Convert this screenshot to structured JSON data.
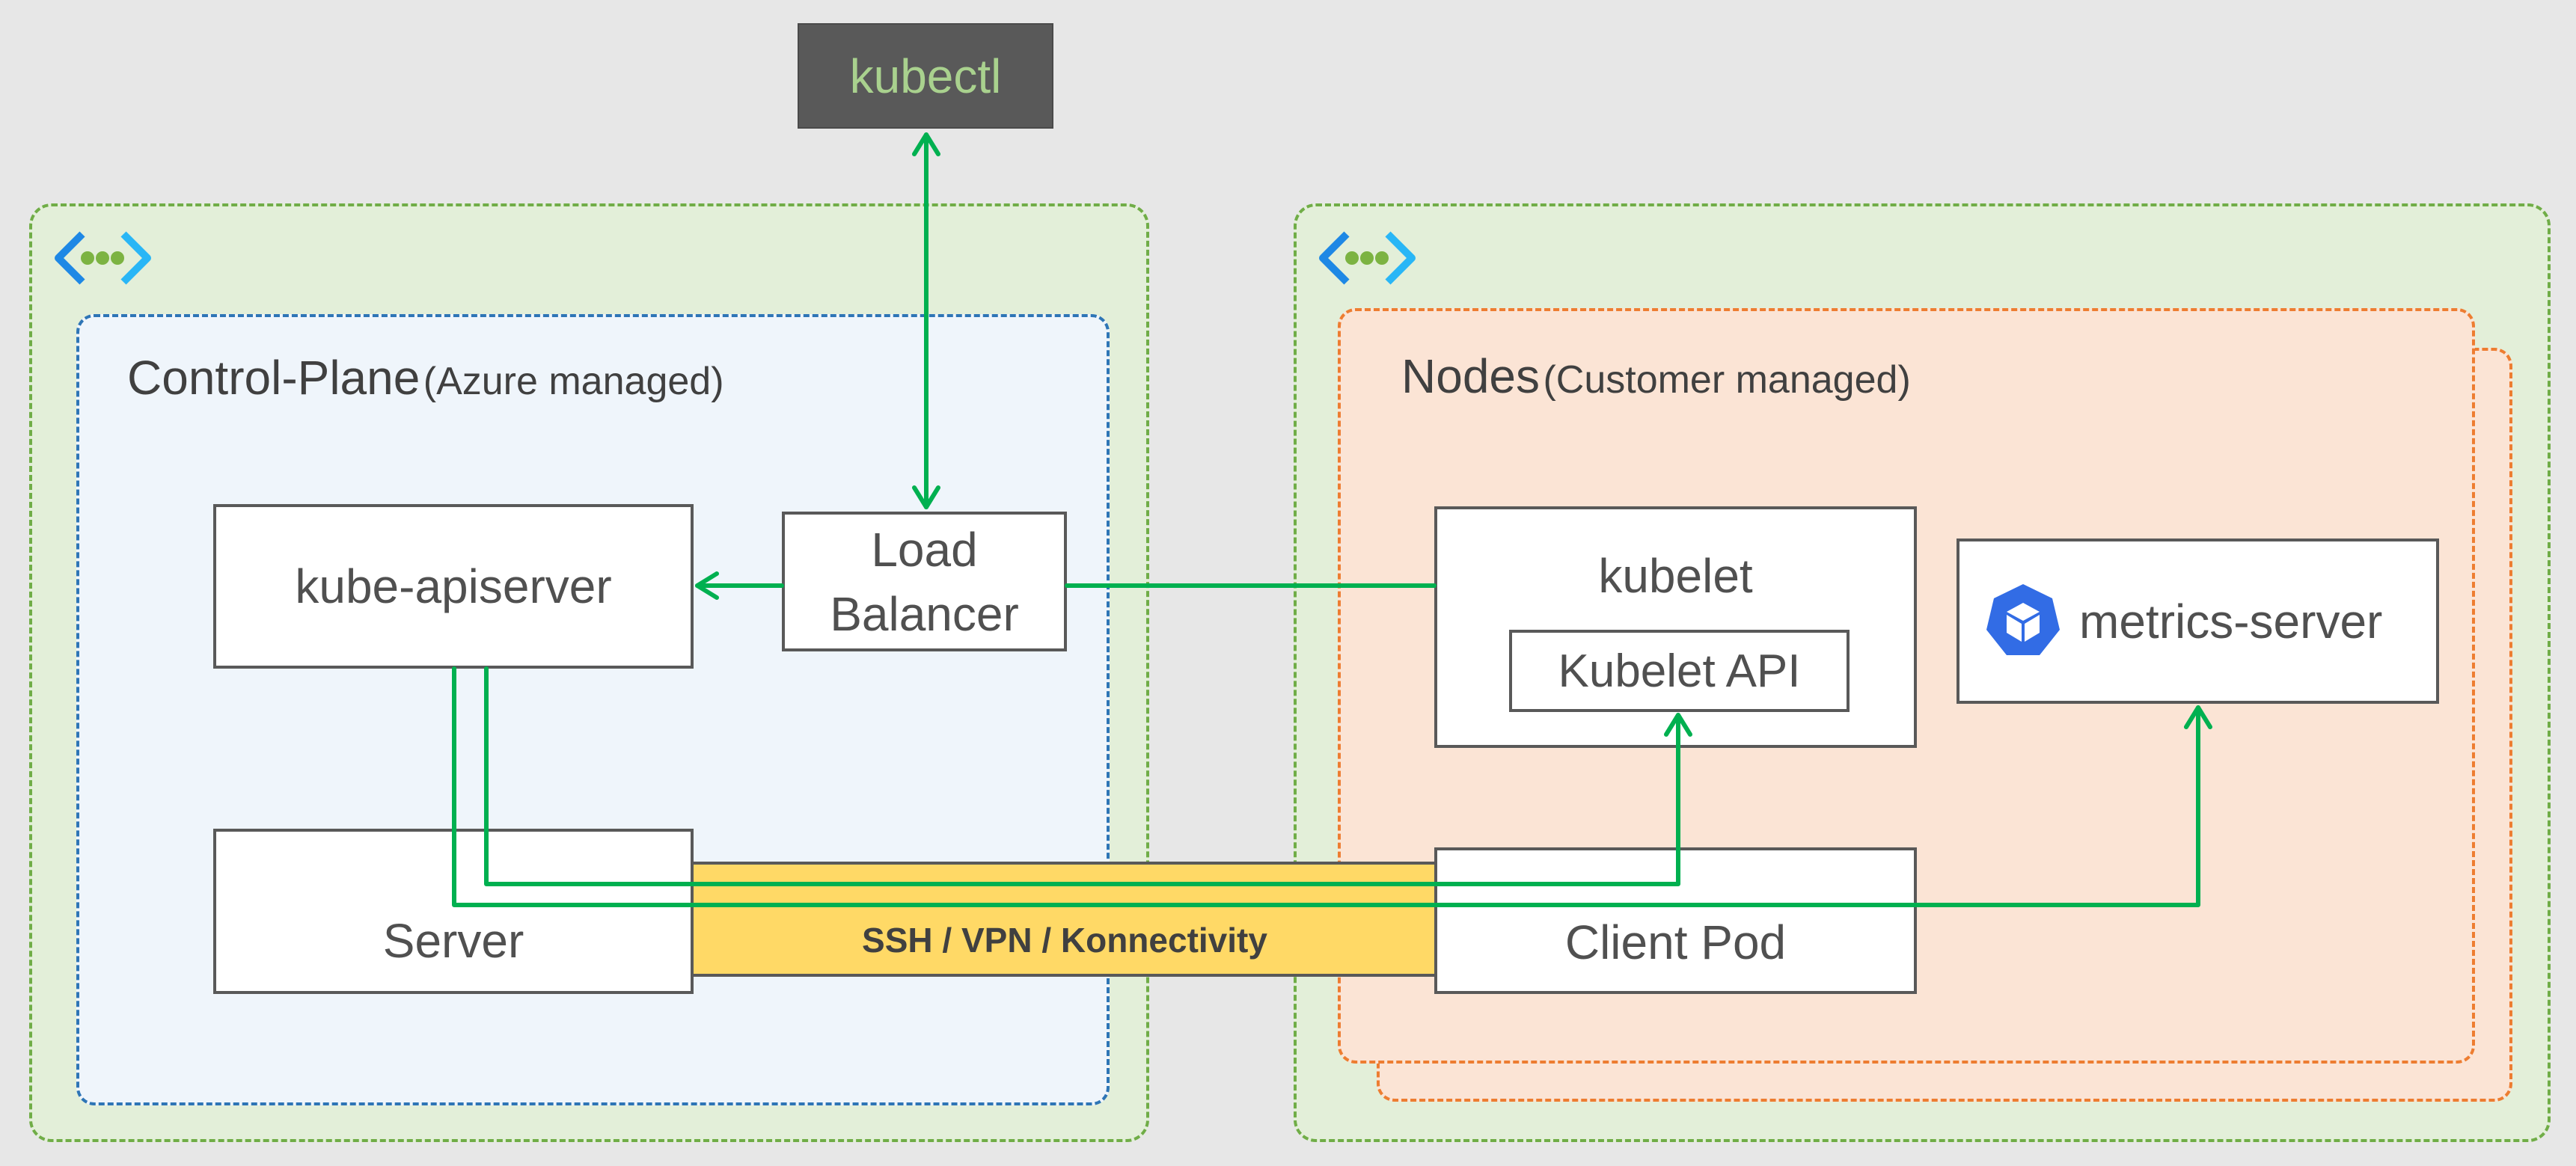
{
  "kubectl": {
    "label": "kubectl"
  },
  "control_plane": {
    "title": "Control-Plane",
    "subtitle": "(Azure managed)"
  },
  "nodes": {
    "title": "Nodes",
    "subtitle": "(Customer managed)"
  },
  "components": {
    "apiserver": "kube-apiserver",
    "load_balancer_line1": "Load",
    "load_balancer_line2": "Balancer",
    "server": "Server",
    "kubelet": "kubelet",
    "kubelet_api": "Kubelet API",
    "metrics_server": "metrics-server",
    "client_pod": "Client Pod"
  },
  "tunnel": {
    "label": "SSH / VPN / Konnectivity"
  },
  "icons": {
    "vnet": "virtual-network-icon",
    "kubernetes": "kubernetes-icon"
  },
  "colors": {
    "arrow": "#00b050",
    "tunnel": "#ffd966",
    "vnet_border": "#70ad47",
    "control_plane_border": "#2e75b6",
    "nodes_border": "#ed7d31",
    "kubectl_bg": "#595959",
    "kubectl_text": "#a9d18e"
  }
}
